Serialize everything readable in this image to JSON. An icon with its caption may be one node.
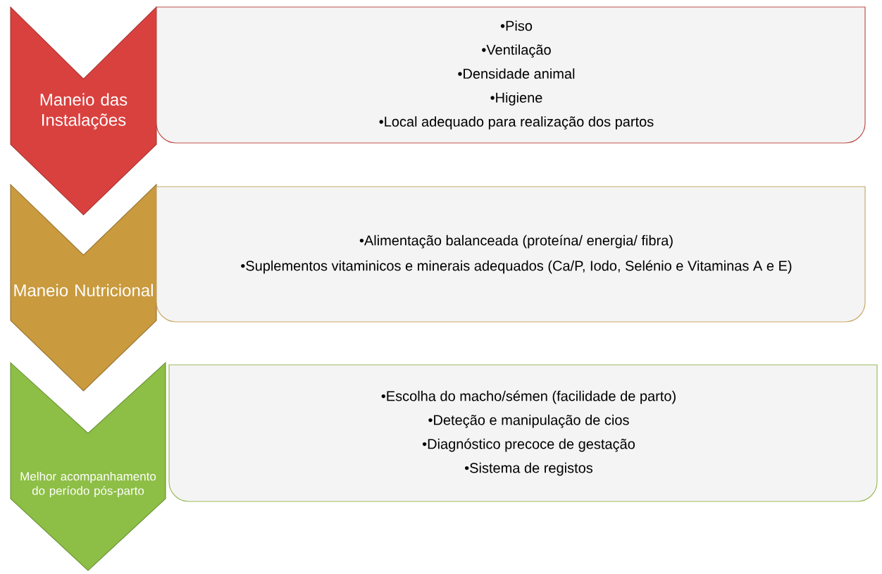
{
  "diagram": {
    "nodes": [
      {
        "text": [
          "Maneio das Instalações"
        ]
      },
      {
        "text": [
          "•Piso",
          "•Ventilação",
          "•Densidade animal",
          "•Higiene",
          "•Local adequado para realização dos partos"
        ]
      },
      {
        "text": [
          "Maneio Nutricional"
        ]
      },
      {
        "text": [
          "•Alimentação balanceada (proteína/ energia/ fibra)",
          "•Suplementos vitaminicos e minerais adequados (Ca/P, Iodo, Selénio e Vitaminas A e E)"
        ]
      },
      {
        "text": [
          "Melhor acompanhamento do período pós-parto"
        ]
      },
      {
        "text": [
          "•Escolha do macho/sémen (facilidade de parto)",
          "•Deteção e manipulação de cios",
          "•Diagnóstico precoce de gestação",
          "•Sistema de registos"
        ]
      }
    ]
  }
}
